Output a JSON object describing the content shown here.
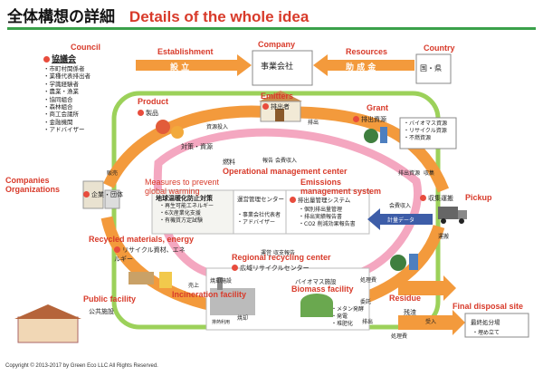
{
  "header": {
    "title_jp": "全体構想の詳細",
    "title_en": "Details of the whole idea"
  },
  "colors": {
    "accent_red": "#d83a2a",
    "header_bar": "#3aa14a",
    "orange_arrow": "#f39a3c",
    "green_frame": "#9cd15a",
    "pink_flow": "#f4a7c0"
  },
  "top": {
    "council_label": "Council",
    "council_jp": "協議会",
    "council_members": [
      "・市町村関係者",
      "・業種代表排出者",
      "・学識経験者",
      "・農業・漁業",
      "・協同組合",
      "・森林組合",
      "・商工会議所",
      "・金融機関",
      "・アドバイザー"
    ],
    "establishment_label": "Establishment",
    "establishment_jp": "設 立",
    "company_label": "Company",
    "company_jp": "事業会社",
    "resources_label": "Resources",
    "resources_jp": "助 成 金",
    "country_label": "Country",
    "country_jp": "国・県"
  },
  "nodes": {
    "product": {
      "en": "Product",
      "jp": "製品"
    },
    "emitters": {
      "en": "Emitters",
      "jp": "排出者"
    },
    "grant": {
      "en": "Grant",
      "jp": "排出資源"
    },
    "sales": "販売",
    "companies": {
      "en": "Companies Organizations",
      "jp": "企業・団体"
    },
    "measures": {
      "en": "Measures to prevent global warming",
      "jp": "地球温暖化防止対策",
      "items": [
        "・再生可能エネルギー",
        "・6次産業化支援",
        "・有機質方定試験"
      ]
    },
    "operation": {
      "en": "Operational management center",
      "jp": "運営管理センター",
      "items": [
        "・事業会社代表者",
        "・アドバイザー"
      ]
    },
    "emissions": {
      "en": "Emissions management system",
      "jp": "排出量管理システム",
      "items": [
        "・個別排出量管理",
        "・排出実績報告書",
        "・CO2 削減効果報告書"
      ]
    },
    "pickup": {
      "en": "Pickup",
      "jp": "収集運搬"
    },
    "recycled": {
      "en": "Recycled materials, energy",
      "jp": "リサイクル資材、エネルギー"
    },
    "regional": {
      "en": "Regional recycling center",
      "jp": "広域リサイクルセンター"
    },
    "public": {
      "en": "Public facility",
      "jp": "公共施設"
    },
    "incineration": {
      "en": "Incineration facility",
      "jp": "焼却施設"
    },
    "biomass": {
      "en": "Biomass facility",
      "jp": "バイオマス施設",
      "items": [
        "・メタン発酵",
        "・発電",
        "・堆肥化"
      ]
    },
    "residue": {
      "en": "Residue",
      "jp": "残渣"
    },
    "final": {
      "en": "Final disposal site",
      "jp": "最終処分場",
      "items": [
        "・埋め立て"
      ]
    }
  },
  "flows": {
    "resource_input": "資源投入",
    "measures_resources": "対策・資源",
    "fuel": "燃料",
    "report": "報告",
    "fee_income": "会費収入",
    "emission": "排出",
    "collection": "収集",
    "emission_resource": "排出資源",
    "fee_income2": "会費収入",
    "record_data": "計量データ",
    "transport": "運搬",
    "operation_revenue": "運営",
    "collection_revenue": "収支報告",
    "waste_heat": "排熱利用",
    "sales2": "売上",
    "incineration_label": "焼却",
    "processing_fee": "処理費",
    "consignment": "委託",
    "emission2": "排出",
    "receive": "受入",
    "processing_fee2": "処理費"
  },
  "grant_items": [
    "・バイオマス資源",
    "・リサイクル資源",
    "・不燃資源"
  ],
  "footer": {
    "copyright": "Copyright © 2013-2017 by Green Eco LLC All Rights Reserved."
  }
}
